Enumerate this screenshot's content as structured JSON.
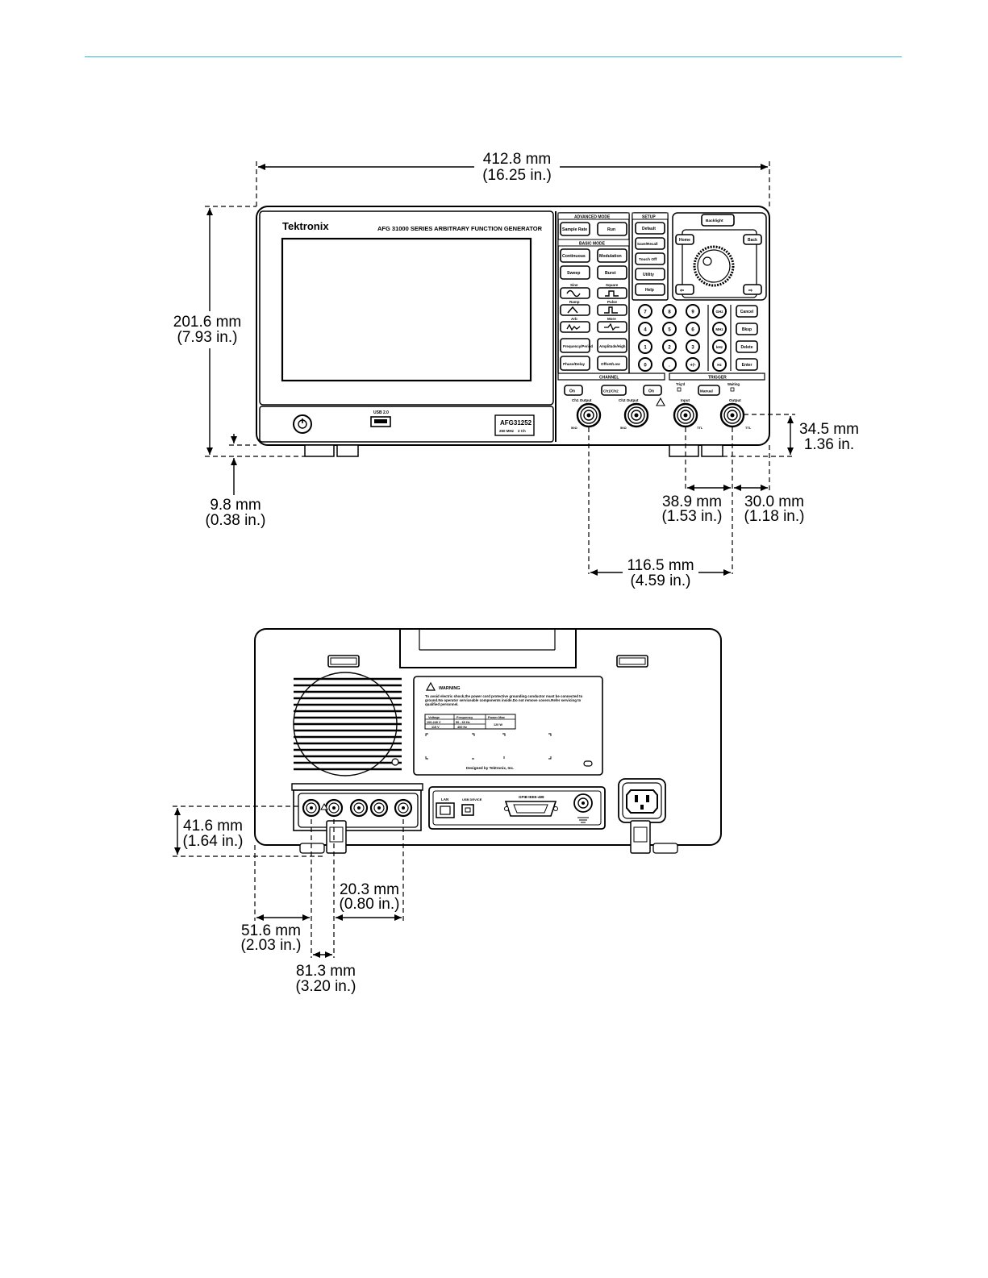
{
  "front_view": {
    "brand": "Tektronix",
    "series_title": "AFG 31000 SERIES  ARBITRARY FUNCTION GENERATOR",
    "model": "AFG31252",
    "model_specs": [
      "250 MHz",
      "2 Ch"
    ],
    "usb_label": "USB 2.0",
    "sections": {
      "advanced_mode": "ADVANCED MODE",
      "setup": "SETUP",
      "basic_mode": "BASIC MODE",
      "channel": "CHANNEL",
      "trigger": "TRIGGER"
    },
    "advanced_buttons": [
      "Sample Rate",
      "Run"
    ],
    "basic_buttons": [
      "Continuous",
      "Modulation",
      "Sweep",
      "Burst"
    ],
    "setup_buttons": [
      "Default",
      "Save/Recall",
      "Touch Off",
      "Utility",
      "Help"
    ],
    "waveform_labels": [
      "Sine",
      "Square",
      "Ramp",
      "Pulse",
      "Arb",
      "More"
    ],
    "parameter_buttons": [
      "Frequency/Period",
      "Amplitude/High",
      "Phase/Delay",
      "Offset/Low"
    ],
    "keypad": [
      "7",
      "8",
      "9",
      "4",
      "5",
      "6",
      "1",
      "2",
      "3",
      "0",
      ".",
      "+/-"
    ],
    "unit_buttons": [
      "GHz",
      "MHz",
      "kHz",
      "Hz"
    ],
    "edit_buttons": [
      "Cancel",
      "Bksp",
      "Delete",
      "Enter"
    ],
    "nav_buttons": [
      "Home",
      "Back"
    ],
    "top_right_button": "Backlight",
    "channel_buttons": [
      "On",
      "Ch1/Ch2",
      "On"
    ],
    "trigger_button": "Manual",
    "trigger_leds": [
      "Trig'd",
      "Waiting"
    ],
    "connector_labels": [
      "Ch1 Output",
      "Ch2 Output",
      "Input",
      "Output"
    ],
    "connector_side_labels": [
      "50Ω",
      "50Ω",
      "TTL",
      "TTL"
    ]
  },
  "rear_view": {
    "warning_title": "WARNING",
    "warning_text": "To avoid electric shock,the power cord protective grounding conductor must be connected to ground.No operator serviceable components inside.Do not remove covers.Refer servicing to qualified personnel.",
    "rating_table": {
      "headers": [
        "Voltage",
        "Frequency",
        "Power Max"
      ],
      "rows": [
        [
          "100-240 V",
          "50 - 60 Hz",
          "120 W"
        ],
        [
          "115 V",
          "400 Hz",
          ""
        ]
      ]
    },
    "designed_by": "Designed by Tektronix, Inc.",
    "lan_label": "LAN",
    "usb_device_label": "USB DEVICE",
    "gpib_label": "GPIB IEEE-488"
  },
  "dimensions": {
    "width": [
      "412.8 mm",
      "(16.25 in.)"
    ],
    "height": [
      "201.6 mm",
      "(7.93 in.)"
    ],
    "foot": [
      "9.8 mm",
      "(0.38 in.)"
    ],
    "connector_height_front": [
      "34.5 mm",
      "1.36 in."
    ],
    "trigger_spacing": [
      "38.9 mm",
      "(1.53 in.)"
    ],
    "edge_to_output": [
      "30.0 mm",
      "(1.18 in.)"
    ],
    "channel_span": [
      "116.5 mm",
      "(4.59 in.)"
    ],
    "connector_height_rear": [
      "41.6 mm",
      "(1.64 in.)"
    ],
    "rear_spacing": [
      "20.3 mm",
      "(0.80 in.)"
    ],
    "rear_edge": [
      "51.6 mm",
      "(2.03 in.)"
    ],
    "rear_offset": [
      "81.3 mm",
      "(3.20 in.)"
    ]
  }
}
